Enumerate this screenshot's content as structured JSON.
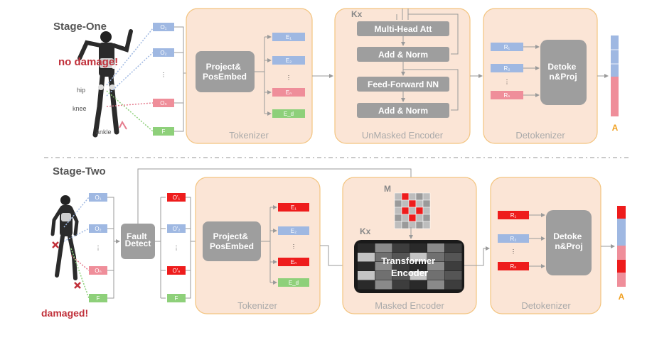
{
  "stage_one": {
    "title": "Stage-One",
    "annotation": "no damage!",
    "joints": {
      "hip": "hip",
      "knee": "knee",
      "ankle": "ankle"
    },
    "obs": {
      "o1": "O₁",
      "o2": "O₂",
      "dots": "⋮",
      "on": "Oₙ",
      "f": "F"
    },
    "tokenizer": {
      "block": "Project& PosEmbed",
      "label": "Tokenizer",
      "tokens": {
        "e1": "E₁",
        "e2": "E₂",
        "dots": "⋮",
        "en": "Eₙ",
        "ed": "E_d"
      }
    },
    "encoder": {
      "kx": "Kx",
      "mha": "Multi-Head Att",
      "addnorm1": "Add & Norm",
      "ffn": "Feed-Forward NN",
      "addnorm2": "Add & Norm",
      "label": "UnMasked Encoder"
    },
    "detokenizer": {
      "block": "Detoke n&Proj",
      "label": "Detokenizer",
      "tokens": {
        "r1": "R₁",
        "r2": "R₂",
        "dots": "⋮",
        "rn": "Rₙ"
      }
    },
    "output": "A"
  },
  "stage_two": {
    "title": "Stage-Two",
    "annotation": "damaged!",
    "obs": {
      "o1": "O₁",
      "o2": "O₂",
      "dots": "⋮",
      "on": "Oₙ",
      "f": "F"
    },
    "fault_detect": "Fault Detect",
    "masked_obs": {
      "o1": "O'₁",
      "o2": "O'₂",
      "dots": "⋮",
      "on": "O'ₙ",
      "f": "F"
    },
    "tokenizer": {
      "block": "Project& PosEmbed",
      "label": "Tokenizer",
      "tokens": {
        "e1": "E₁",
        "e2": "E₂",
        "dots": "⋮",
        "en": "Eₙ",
        "ed": "E_d"
      }
    },
    "encoder": {
      "mask": "M",
      "kx": "Kx",
      "block": "Transformer Encoder",
      "label": "Masked Encoder"
    },
    "detokenizer": {
      "block": "Detoke n&Proj",
      "label": "Detokenizer",
      "tokens": {
        "r1": "R₁",
        "r2": "R₂",
        "dots": "⋮",
        "rn": "Rₙ"
      }
    },
    "output": "A"
  },
  "colors": {
    "panel_fill": "#fbe5d6",
    "panel_border": "#f3c47f",
    "obs_blue": "#9fb8e2",
    "token_green": "#8ed07a",
    "token_pink": "#ef8e9a",
    "token_red": "#ee1c1c",
    "gray_block": "#9e9e9e",
    "annotation_red": "#c0303a",
    "output_label": "#f0a020"
  }
}
